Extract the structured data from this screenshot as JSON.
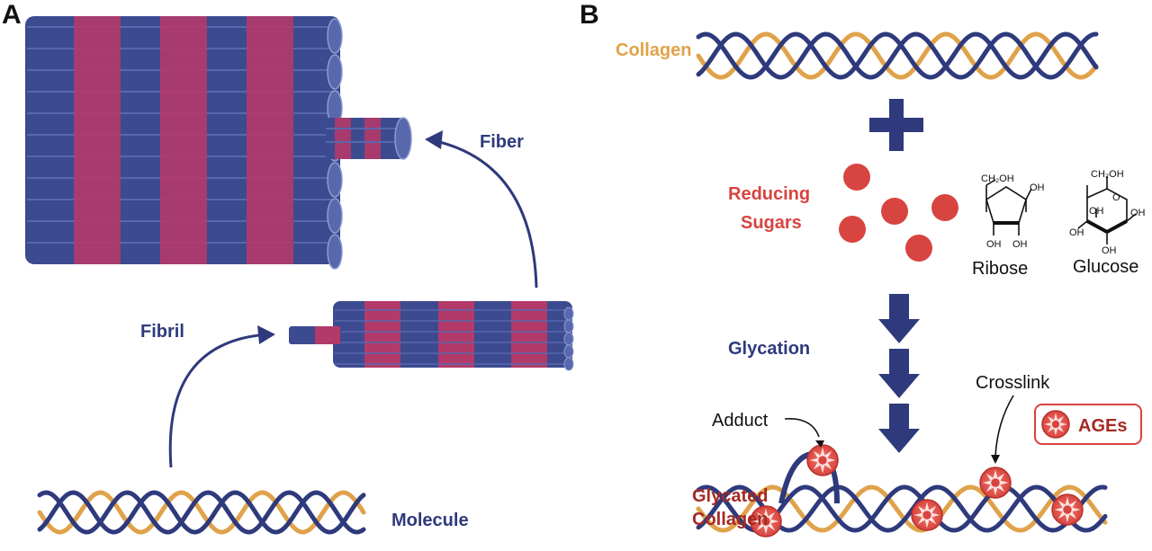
{
  "panels": {
    "a_letter": "A",
    "b_letter": "B"
  },
  "panel_a": {
    "fiber_label": "Fiber",
    "fibril_label": "Fibril",
    "molecule_label": "Molecule"
  },
  "panel_b": {
    "collagen_label": "Collagen",
    "reducing_line1": "Reducing",
    "reducing_line2": "Sugars",
    "ribose_label": "Ribose",
    "glucose_label": "Glucose",
    "ch2oh": "CH₂OH",
    "oh": "OH",
    "glycation_label": "Glycation",
    "adduct_label": "Adduct",
    "crosslink_label": "Crosslink",
    "ages_label": "AGEs",
    "glycated_line1": "Glycated",
    "glycated_line2": "Collagen"
  },
  "colors": {
    "navy": "#2e3a7c",
    "gold": "#e0a24a",
    "red": "#d8443f",
    "dark_red": "#a52a24",
    "magenta": "#b23a6a"
  }
}
